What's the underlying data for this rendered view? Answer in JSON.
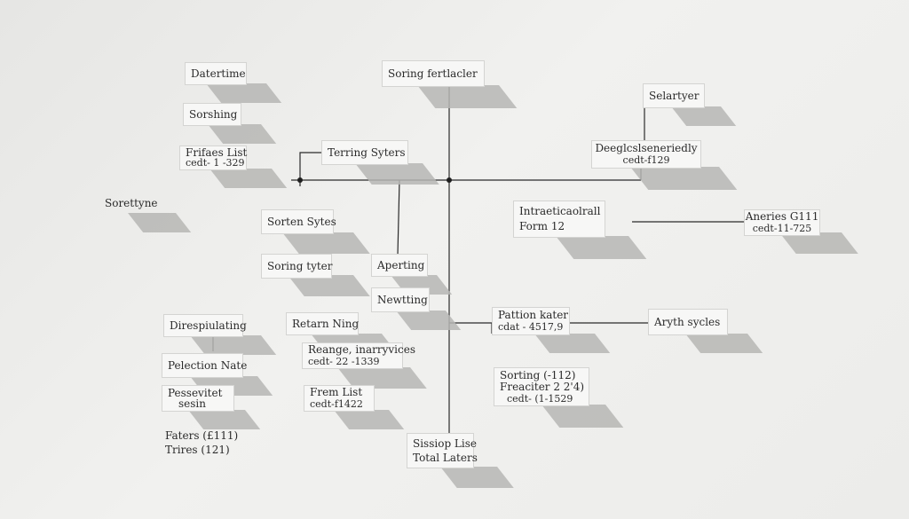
{
  "nodes": [
    {
      "id": "datetime",
      "lines": [
        "Datertime"
      ]
    },
    {
      "id": "sorshing",
      "lines": [
        "Sorshing"
      ]
    },
    {
      "id": "frifaes",
      "lines": [
        "Frifaes List",
        "cedt- 1 -329"
      ]
    },
    {
      "id": "sorettyne",
      "lines": [
        "Sorettyne"
      ]
    },
    {
      "id": "terring",
      "lines": [
        "Terring Syters"
      ]
    },
    {
      "id": "sorten",
      "lines": [
        "Sorten Sytes"
      ]
    },
    {
      "id": "soring-tyter",
      "lines": [
        "Soring tyter"
      ]
    },
    {
      "id": "soring-fertlacler",
      "lines": [
        "Soring fertlacler"
      ]
    },
    {
      "id": "aperting",
      "lines": [
        "Aperting"
      ]
    },
    {
      "id": "newtting",
      "lines": [
        "Newtting"
      ]
    },
    {
      "id": "selartyer",
      "lines": [
        "Selartyer"
      ]
    },
    {
      "id": "deeglesnerledly",
      "lines": [
        "Deeglcslseneriedly",
        "cedt-f129"
      ]
    },
    {
      "id": "intraeticaolrall",
      "lines": [
        "Intraeticaolrall",
        "Form 12"
      ]
    },
    {
      "id": "aneries",
      "lines": [
        "Aneries G111",
        "cedt-11-725"
      ]
    },
    {
      "id": "direspiulating",
      "lines": [
        "Direspiulating"
      ]
    },
    {
      "id": "pelection",
      "lines": [
        "Pelection Nate"
      ]
    },
    {
      "id": "pessevitet",
      "lines": [
        "Pessevitet",
        "sesin"
      ]
    },
    {
      "id": "faters",
      "lines": [
        "Faters (£111)",
        "Trires (121)"
      ]
    },
    {
      "id": "retarn",
      "lines": [
        "Retarn Ning"
      ]
    },
    {
      "id": "reange",
      "lines": [
        "Reange, inarryvices",
        "cedt- 22 -1339"
      ]
    },
    {
      "id": "frem",
      "lines": [
        "Frem List",
        "cedt-f1422"
      ]
    },
    {
      "id": "pattion",
      "lines": [
        "Pattion kater",
        "cdat - 4517,9"
      ]
    },
    {
      "id": "aryth",
      "lines": [
        "Aryth sycles"
      ]
    },
    {
      "id": "sorting",
      "lines": [
        "Sorting (-112)",
        "Freaciter 2 2'4)",
        "cedt- (1-1529"
      ]
    },
    {
      "id": "sissiop",
      "lines": [
        "Sissiop Lise",
        "Total Laters"
      ]
    }
  ]
}
